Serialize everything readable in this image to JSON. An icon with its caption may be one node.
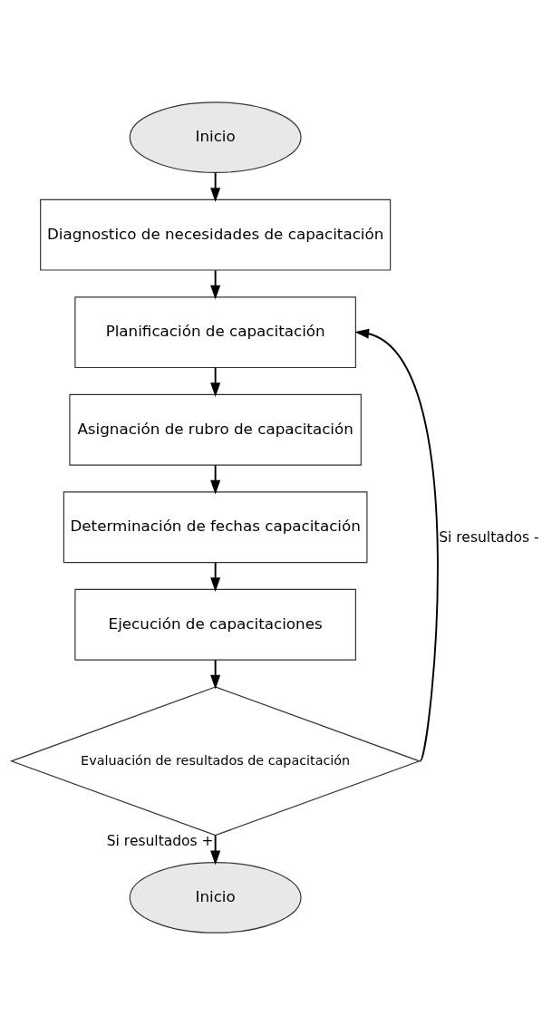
{
  "diagram": {
    "nodes": [
      {
        "text": [
          "Inicio"
        ]
      },
      {
        "text": [
          "Diagnostico de necesidades de capacitación"
        ]
      },
      {
        "text": [
          "Planificación de capacitación"
        ]
      },
      {
        "text": [
          "Asignación de rubro de capacitación"
        ]
      },
      {
        "text": [
          "Determinación de fechas capacitación"
        ]
      },
      {
        "text": [
          "Ejecución de capacitaciones"
        ]
      },
      {
        "text": [
          "Evaluación de resultados de capacitación"
        ]
      },
      {
        "text": [
          "Inicio"
        ]
      }
    ],
    "edges": [
      {
        "from": 0,
        "to": 1,
        "arrow": "to"
      },
      {
        "from": 1,
        "to": 2,
        "arrow": "to"
      },
      {
        "from": 2,
        "to": 3,
        "arrow": "to"
      },
      {
        "from": 3,
        "to": 4,
        "arrow": "to"
      },
      {
        "from": 4,
        "to": 5,
        "arrow": "to"
      },
      {
        "from": 5,
        "to": 6,
        "arrow": "to"
      },
      {
        "from": 6,
        "to": 2,
        "arrow": "to",
        "label": "Si resultados -"
      },
      {
        "from": 6,
        "to": 7,
        "arrow": "to",
        "label": "Si resultados +"
      }
    ]
  }
}
